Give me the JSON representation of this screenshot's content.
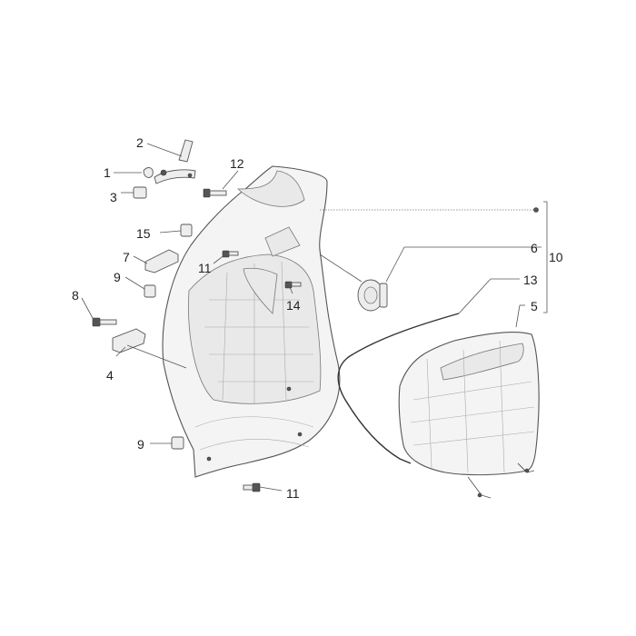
{
  "callouts": [
    {
      "id": "c1",
      "label": "1"
    },
    {
      "id": "c2",
      "label": "2"
    },
    {
      "id": "c3",
      "label": "3"
    },
    {
      "id": "c4",
      "label": "4"
    },
    {
      "id": "c5",
      "label": "5"
    },
    {
      "id": "c6",
      "label": "6"
    },
    {
      "id": "c7",
      "label": "7"
    },
    {
      "id": "c8",
      "label": "8"
    },
    {
      "id": "c9a",
      "label": "9"
    },
    {
      "id": "c9b",
      "label": "9"
    },
    {
      "id": "c10",
      "label": "10"
    },
    {
      "id": "c11a",
      "label": "11"
    },
    {
      "id": "c11b",
      "label": "11"
    },
    {
      "id": "c12",
      "label": "12"
    },
    {
      "id": "c13",
      "label": "13"
    },
    {
      "id": "c14",
      "label": "14"
    },
    {
      "id": "c15",
      "label": "15"
    }
  ]
}
